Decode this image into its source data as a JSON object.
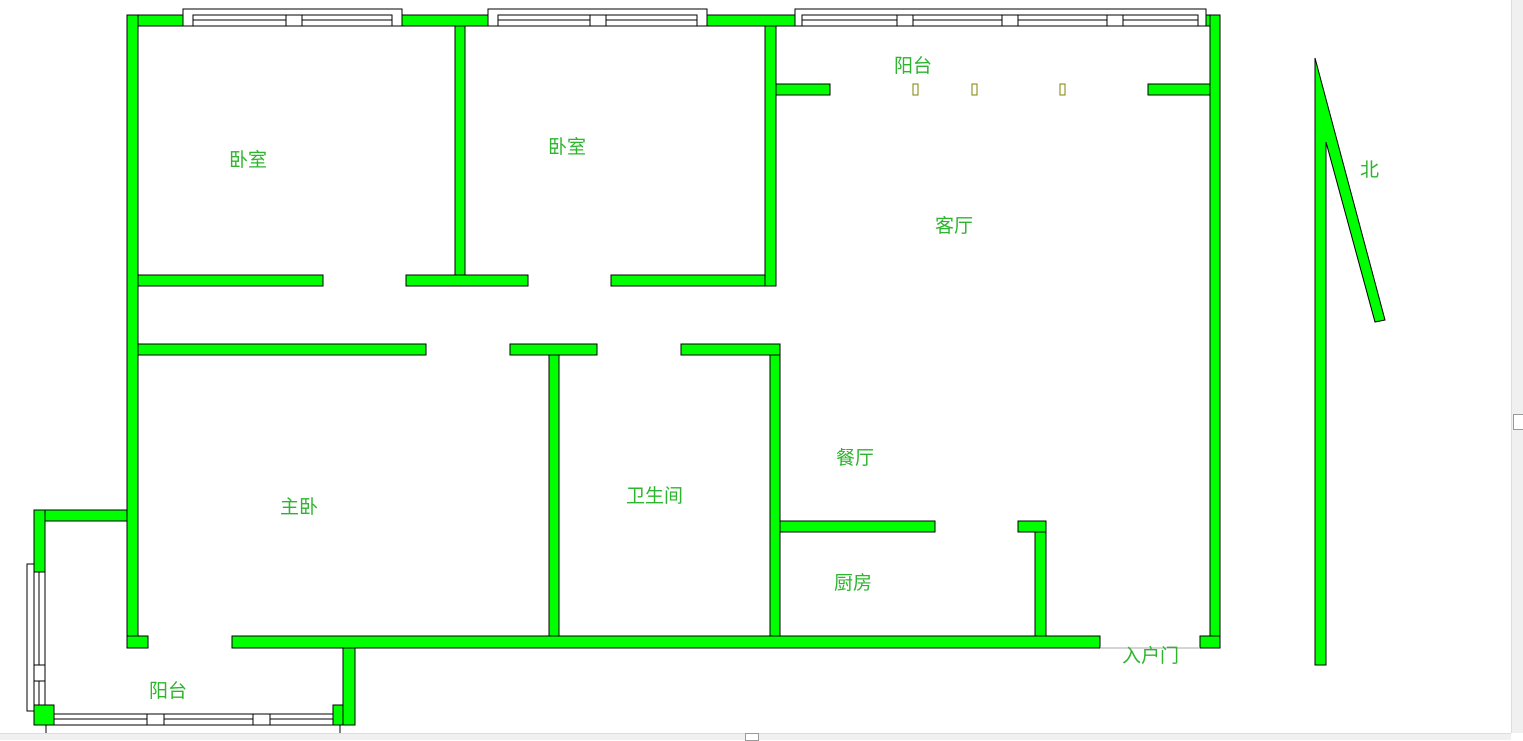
{
  "rooms": {
    "bedroom1": "卧室",
    "bedroom2": "卧室",
    "balcony_top": "阳台",
    "living_room": "客厅",
    "dining_room": "餐厅",
    "bathroom": "卫生间",
    "master_bedroom": "主卧",
    "kitchen": "厨房",
    "balcony_bottom": "阳台",
    "entrance": "入户门"
  },
  "compass": {
    "label": "北"
  },
  "colors": {
    "wall": "#00ff00",
    "label": "#2db52d"
  }
}
